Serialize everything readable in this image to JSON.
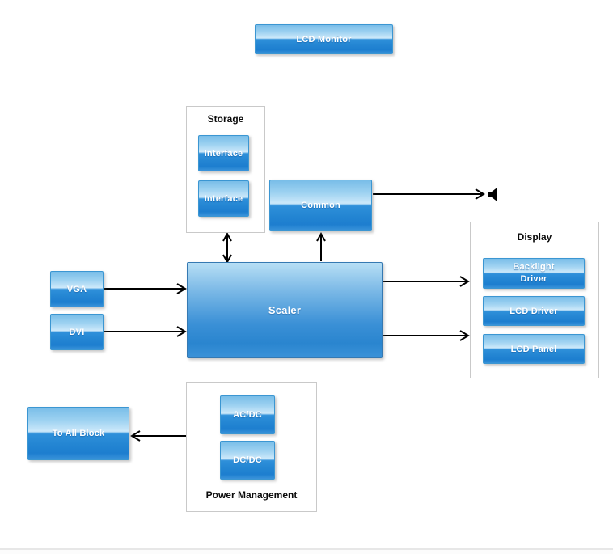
{
  "diagram": {
    "nodes": {
      "lcd_monitor": "LCD Monitor",
      "vga": "VGA",
      "dvi": "DVI",
      "scaler": "Scaler",
      "common": "Common",
      "to_all_block": "To All Block"
    },
    "storage": {
      "title": "Storage",
      "items": [
        "Interface",
        "Interface"
      ]
    },
    "display": {
      "title": "Display",
      "items": [
        "Backlight Driver",
        "LCD Driver",
        "LCD Panel"
      ]
    },
    "power": {
      "title": "Power Management",
      "items": [
        "AC/DC",
        "DC/DC"
      ]
    },
    "icons": {
      "audio_out": "speaker-icon"
    },
    "colors": {
      "node_gradient_top": "#79bde8",
      "node_gradient_gloss": "#cde9fa",
      "node_gradient_dark": "#1d7ecf",
      "node_border": "#3b96d2",
      "scaler_border": "#3579b2",
      "group_border": "#c9c9c9",
      "arrow": "#000000",
      "title_text": "#0a0a0a",
      "node_text": "#ffffff"
    }
  }
}
